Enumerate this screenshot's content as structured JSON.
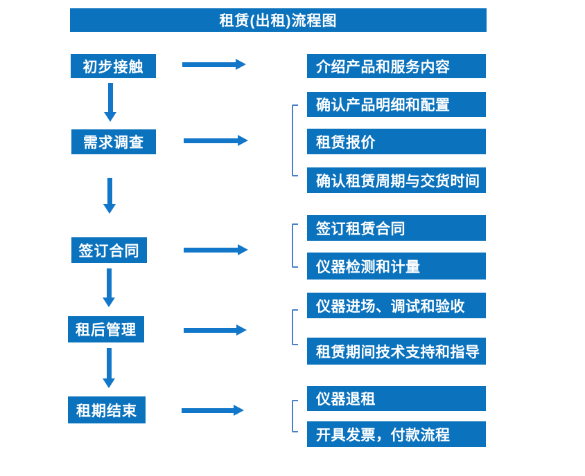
{
  "title": "租赁(出租)流程图",
  "colors": {
    "box_blue": "#0b72bd",
    "arrow_blue": "#1277c9",
    "bracket_blue": "#4b80c8",
    "text_white": "#ffffff",
    "background": "#ffffff"
  },
  "stages": [
    {
      "label": "初步接触",
      "details": [
        "介绍产品和服务内容"
      ]
    },
    {
      "label": "需求调查",
      "details": [
        "确认产品明细和配置",
        "租赁报价",
        "确认租赁周期与交货时间"
      ]
    },
    {
      "label": "签订合同",
      "details": [
        "签订租赁合同",
        "仪器检测和计量"
      ]
    },
    {
      "label": "租后管理",
      "details": [
        "仪器进场、调试和验收",
        "租赁期间技术支持和指导"
      ]
    },
    {
      "label": "租期结束",
      "details": [
        "仪器退租",
        "开具发票，付款流程"
      ]
    }
  ]
}
